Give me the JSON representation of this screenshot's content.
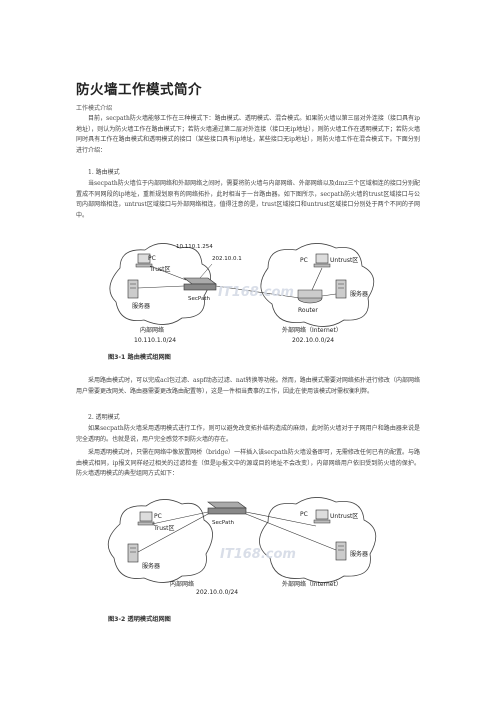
{
  "doc": {
    "title": "防火墙工作模式简介",
    "subtitle": "工作模式介绍",
    "para1": "目前，secpath防火墙能够工作在三种模式下：路由模式、透明模式、混合模式。如果防火墙以第三层对外连接（接口具有ip地址），则认为防火墙工作在路由模式下；若防火墙通过第二层对外连接（接口无ip地址），则防火墙工作在透明模式下；若防火墙同时具有工作在路由模式和透明模式的接口（某些接口具有ip地址，某些接口无ip地址），则防火墙工作在混合模式下。下面分别进行介绍：",
    "section1": "1. 路由模式",
    "para2": "当secpath防火墙位于内部网络和外部网络之间时，需要将防火墙与内部网络、外部网络以及dmz三个区域相连的接口分别配置成不同网段的ip地址，重新规划原有的网络拓扑，此时相当于一台路由器。如下图所示，secpath防火墙的trust区域接口与公司内部网络相连，untrust区域接口与外部网络相连，值得注意的是，trust区域接口和untrust区域接口分别处于两个不同的子网中。",
    "para3": "采用路由模式时，可以完成acl包过滤、aspf动态过滤、nat转换等功能。然而，路由模式需要对网络拓扑进行修改（内部网络用户需要更改网关、路由器需要更改路由配置等），这是一件相当费事的工作，因此在使用该模式时需权衡利弊。",
    "section2": "2. 透明模式",
    "para4": "如果secpath防火墙采用透明模式进行工作，则可以避免改变拓扑结构造成的麻烦，此时防火墙对于子网用户和路由器来说是完全透明的。也就是说，用户完全感觉不到防火墙的存在。",
    "para5": "采用透明模式时，只需在网络中像放置网桥（bridge）一样插入该secpath防火墙设备即可，无需修改任何已有的配置。与路由模式相同，ip报文同样经过相关的过滤检查（但是ip报文中的源或目的地址不会改变），内部网络用户依旧受到防火墙的保护。防火墙透明模式的典型组网方式如下："
  },
  "fig1": {
    "caption": "图3-1 路由模式组网图",
    "ip_top_left": "10.110.1.254",
    "ip_top_right": "202.10.0.1",
    "pc_left": "PC",
    "pc_right": "PC",
    "trust": "Trust区",
    "untrust": "Untrust区",
    "server_left": "服务器",
    "server_right": "服务器",
    "firewall": "SecPath",
    "router": "Router",
    "inner_net": "内部网络",
    "inner_ip": "10.110.1.0/24",
    "outer_net": "外部网络（Internet）",
    "outer_ip": "202.10.0.0/24",
    "watermark": "IT168.com"
  },
  "fig2": {
    "caption": "图3-2 透明模式组网图",
    "pc_left": "PC",
    "pc_right": "PC",
    "trust": "Trust区",
    "untrust": "Untrust区",
    "server_left": "服务器",
    "server_right": "服务器",
    "switch": "SecPath",
    "inner_net": "内部网络",
    "inner_ip": "202.10.0.0/24",
    "outer_net": "外部网络（Internet）",
    "watermark": "IT168.com"
  }
}
